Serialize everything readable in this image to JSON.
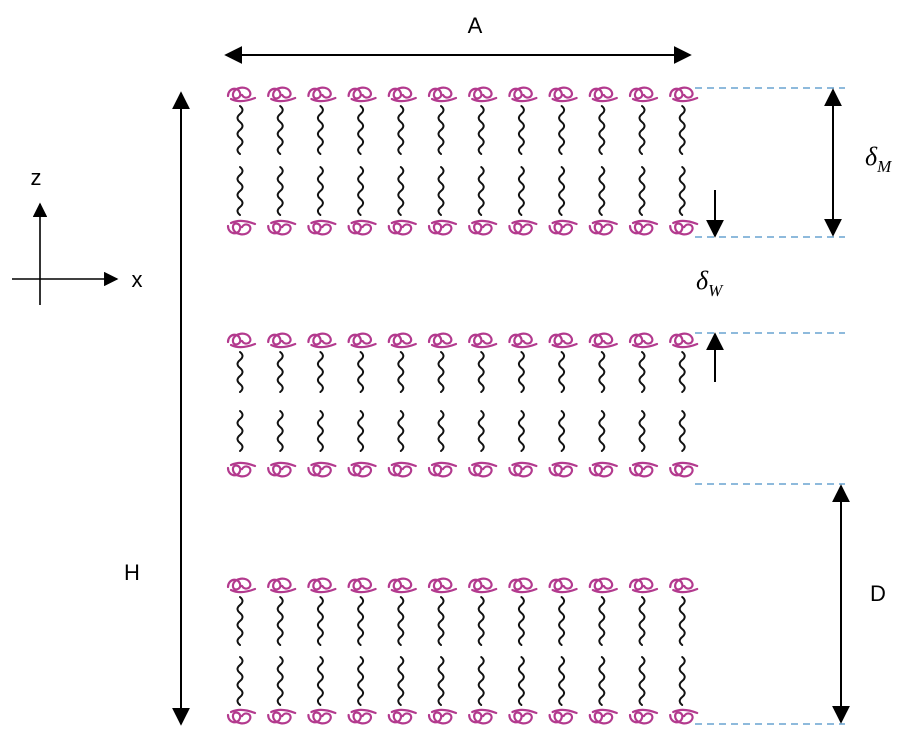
{
  "diagram": {
    "labels": {
      "width": "A",
      "height": "H",
      "spacing": "D",
      "membrane_thickness": {
        "symbol": "δ",
        "sub": "M"
      },
      "water_thickness": {
        "symbol": "δ",
        "sub": "W"
      },
      "axis_z": "z",
      "axis_x": "x"
    },
    "bilayer_count": 3,
    "lipids_per_row": 12,
    "colors": {
      "head": "#b33a8e",
      "tail": "#111111",
      "arrow": "#000000",
      "guide_line": "#4a90c8"
    }
  }
}
